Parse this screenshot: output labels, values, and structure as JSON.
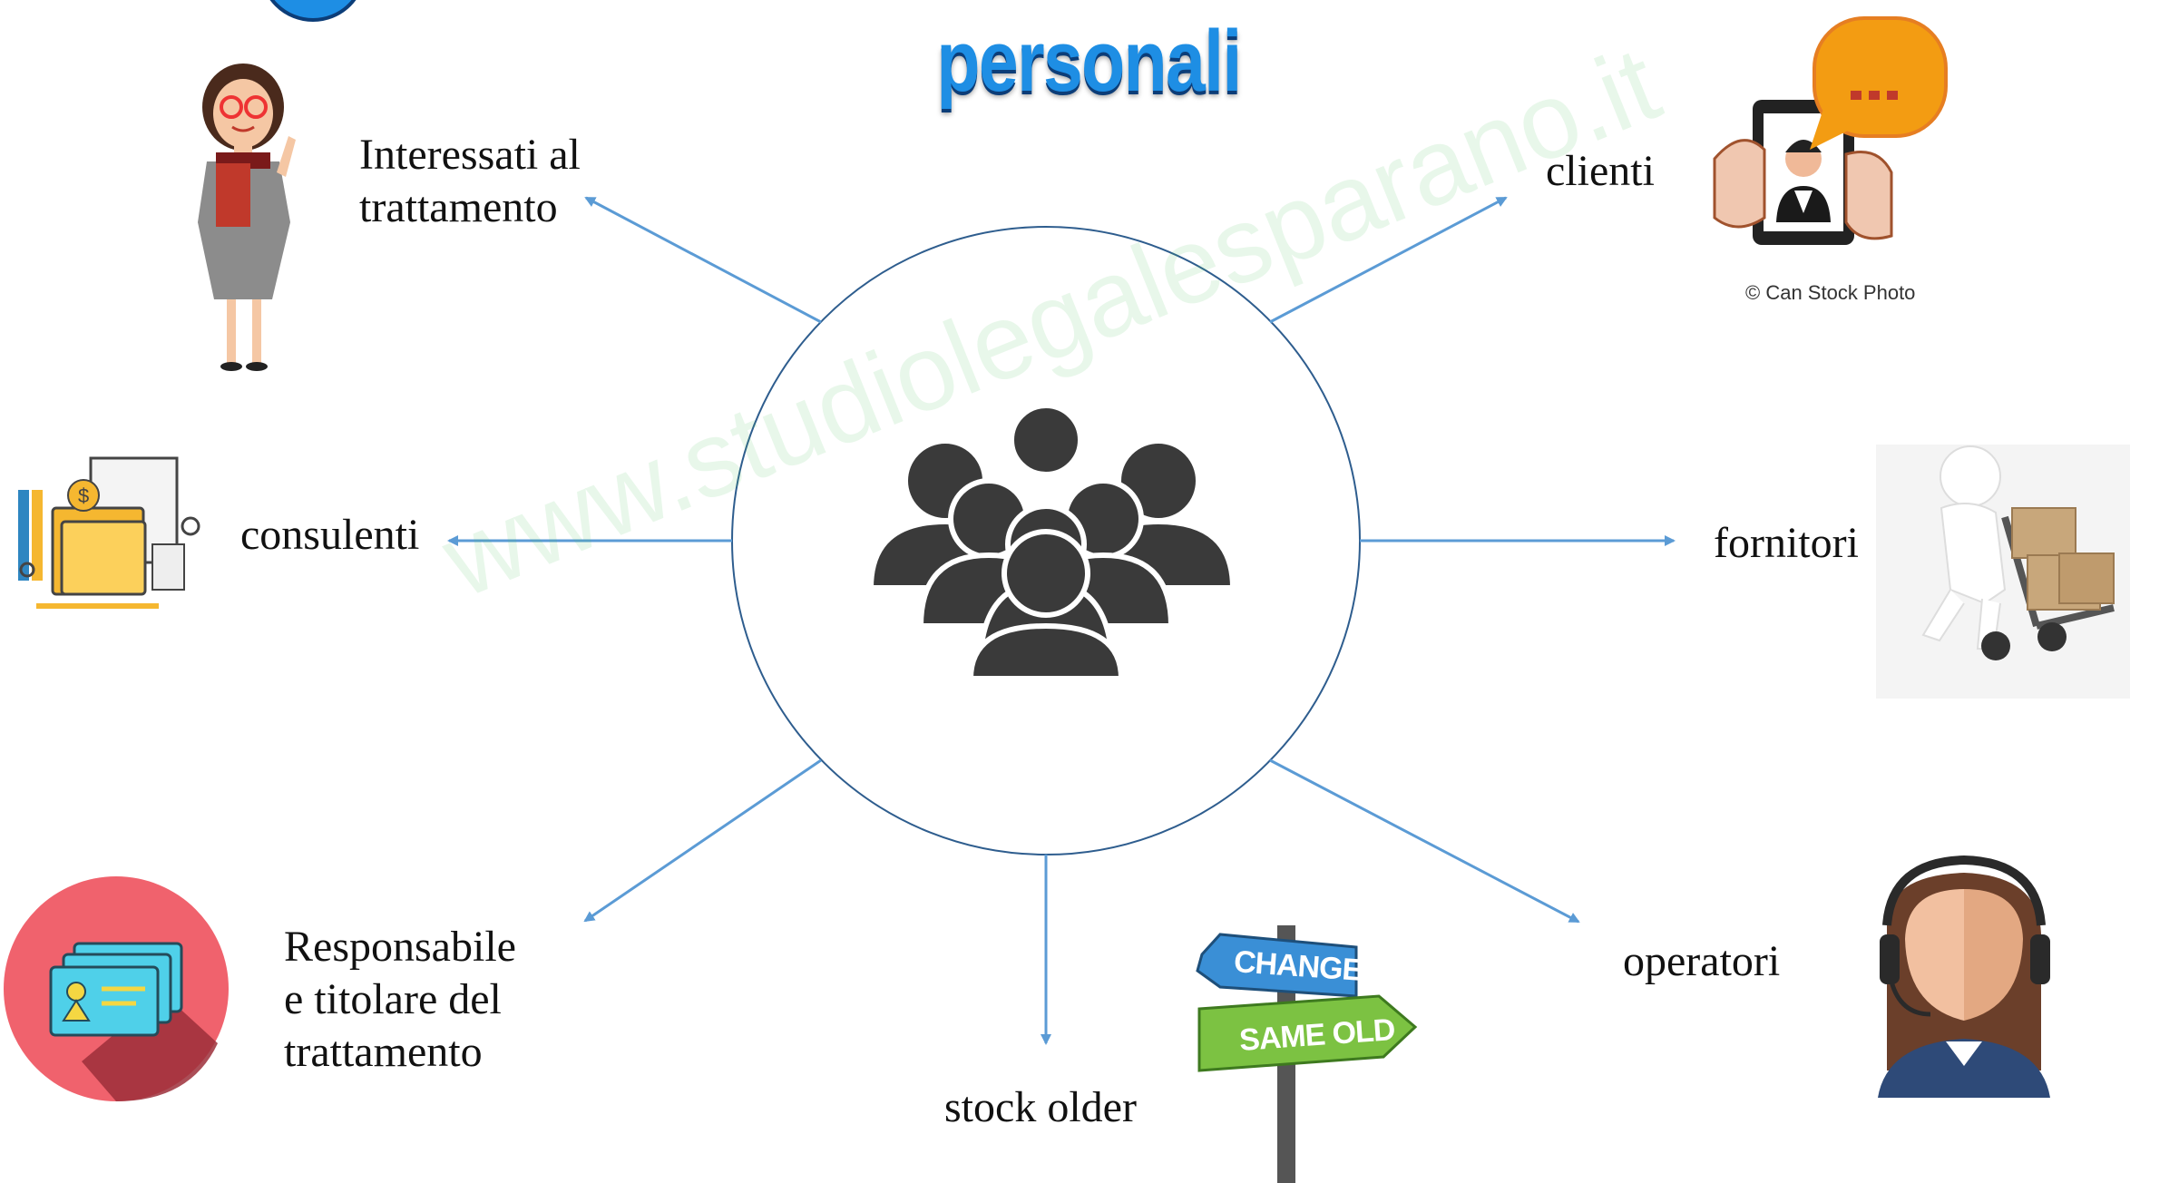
{
  "title": "personali",
  "center": {
    "icon": "people-group-icon"
  },
  "nodes": {
    "interessati": "Interessati al\ntrattamento",
    "clienti": "clienti",
    "consulenti": "consulenti",
    "fornitori": "fornitori",
    "responsabile": "Responsabile\ne titolare del\ntrattamento",
    "stock": "stock older",
    "operatori": "operatori"
  },
  "illustrations": {
    "teacher": "teacher-woman-icon",
    "phone_support": "phone-support-icon",
    "finance": "financial-consulting-icon",
    "delivery": "delivery-trolley-icon",
    "cards": "id-cards-icon",
    "signpost": "signpost-icon",
    "operator": "headset-operator-icon"
  },
  "credit": "© Can Stock Photo",
  "signpost": {
    "top": "CHANGE",
    "bottom": "SAME OLD"
  },
  "watermark": "www.studiolegalesparano.it",
  "colors": {
    "title": "#1e8ee4",
    "arrows": "#5b9bd5",
    "circle": "#2e5d8e",
    "people": "#3a3a3a"
  }
}
